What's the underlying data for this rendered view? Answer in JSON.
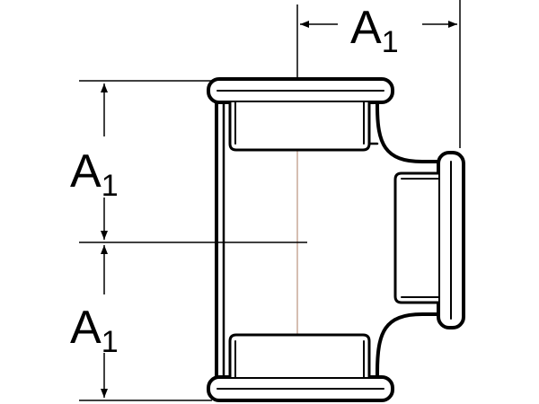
{
  "diagram": {
    "colors": {
      "line": "#000000",
      "axis": "#c8a898",
      "background": "#ffffff"
    },
    "labels": {
      "top": {
        "main": "A",
        "sub": "1"
      },
      "upper": {
        "main": "A",
        "sub": "1"
      },
      "lower": {
        "main": "A",
        "sub": "1"
      }
    }
  }
}
